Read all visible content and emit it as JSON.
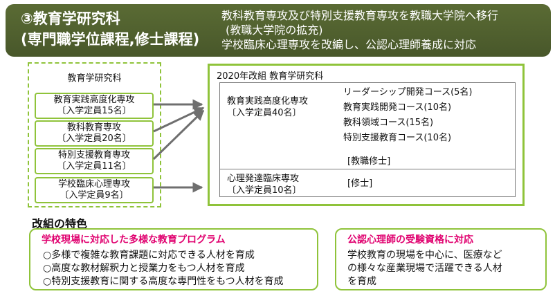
{
  "header": {
    "title_line1": "③教育学研究科",
    "title_line2": "(専門職学位課程,修士課程)",
    "desc": [
      "教科教育専攻及び特別支援教育専攻を教職大学院へ移行",
      "(教職大学院の拡充)",
      "学校臨床心理専攻を改編し、公認心理師養成に対応"
    ]
  },
  "old": {
    "title": "教育学研究科",
    "majors": [
      {
        "name": "教育実践高度化専攻",
        "quota": "〔入学定員15名〕"
      },
      {
        "name": "教科教育専攻",
        "quota": "〔入学定員20名〕"
      },
      {
        "name": "特別支援教育専攻",
        "quota": "〔入学定員11名〕"
      },
      {
        "name": "学校臨床心理専攻",
        "quota": "〔入学定員9名〕"
      }
    ]
  },
  "new": {
    "title": "2020年改組 教育学研究科",
    "majors": [
      {
        "name": "教育実践高度化専攻",
        "quota": "〔入学定員40名〕",
        "courses": [
          "リーダーシップ開発コース(5名)",
          "教育実践開発コース(10名)",
          "教科領域コース(15名)",
          "特別支援教育コース(10名)"
        ],
        "degree": "[教職修士]"
      },
      {
        "name": "心理発達臨床専攻",
        "quota": "〔入学定員10名〕",
        "degree": "[修士]"
      }
    ]
  },
  "features": {
    "title": "改組の特色",
    "box1": {
      "title": "学校現場に対応した多様な教育プログラム",
      "items": [
        "○多様で複雑な教育課題に対応できる人材を育成",
        "○高度な教材解釈力と授業力をもつ人材を育成",
        "○特別支援教育に関する高度な専門性をもつ人材を育成"
      ]
    },
    "box2": {
      "title": "公認心理師の受験資格に対応",
      "lines": [
        "学校教育の現場を中心に、医療など",
        "の様々な産業現場で活躍できる人材",
        "を育成"
      ]
    }
  },
  "colors": {
    "header_bg": "#4f5f2e",
    "accent_green": "#8fc33a",
    "arrow_gray": "#6f6f6f",
    "feature_title_pink": "#e0006f"
  }
}
